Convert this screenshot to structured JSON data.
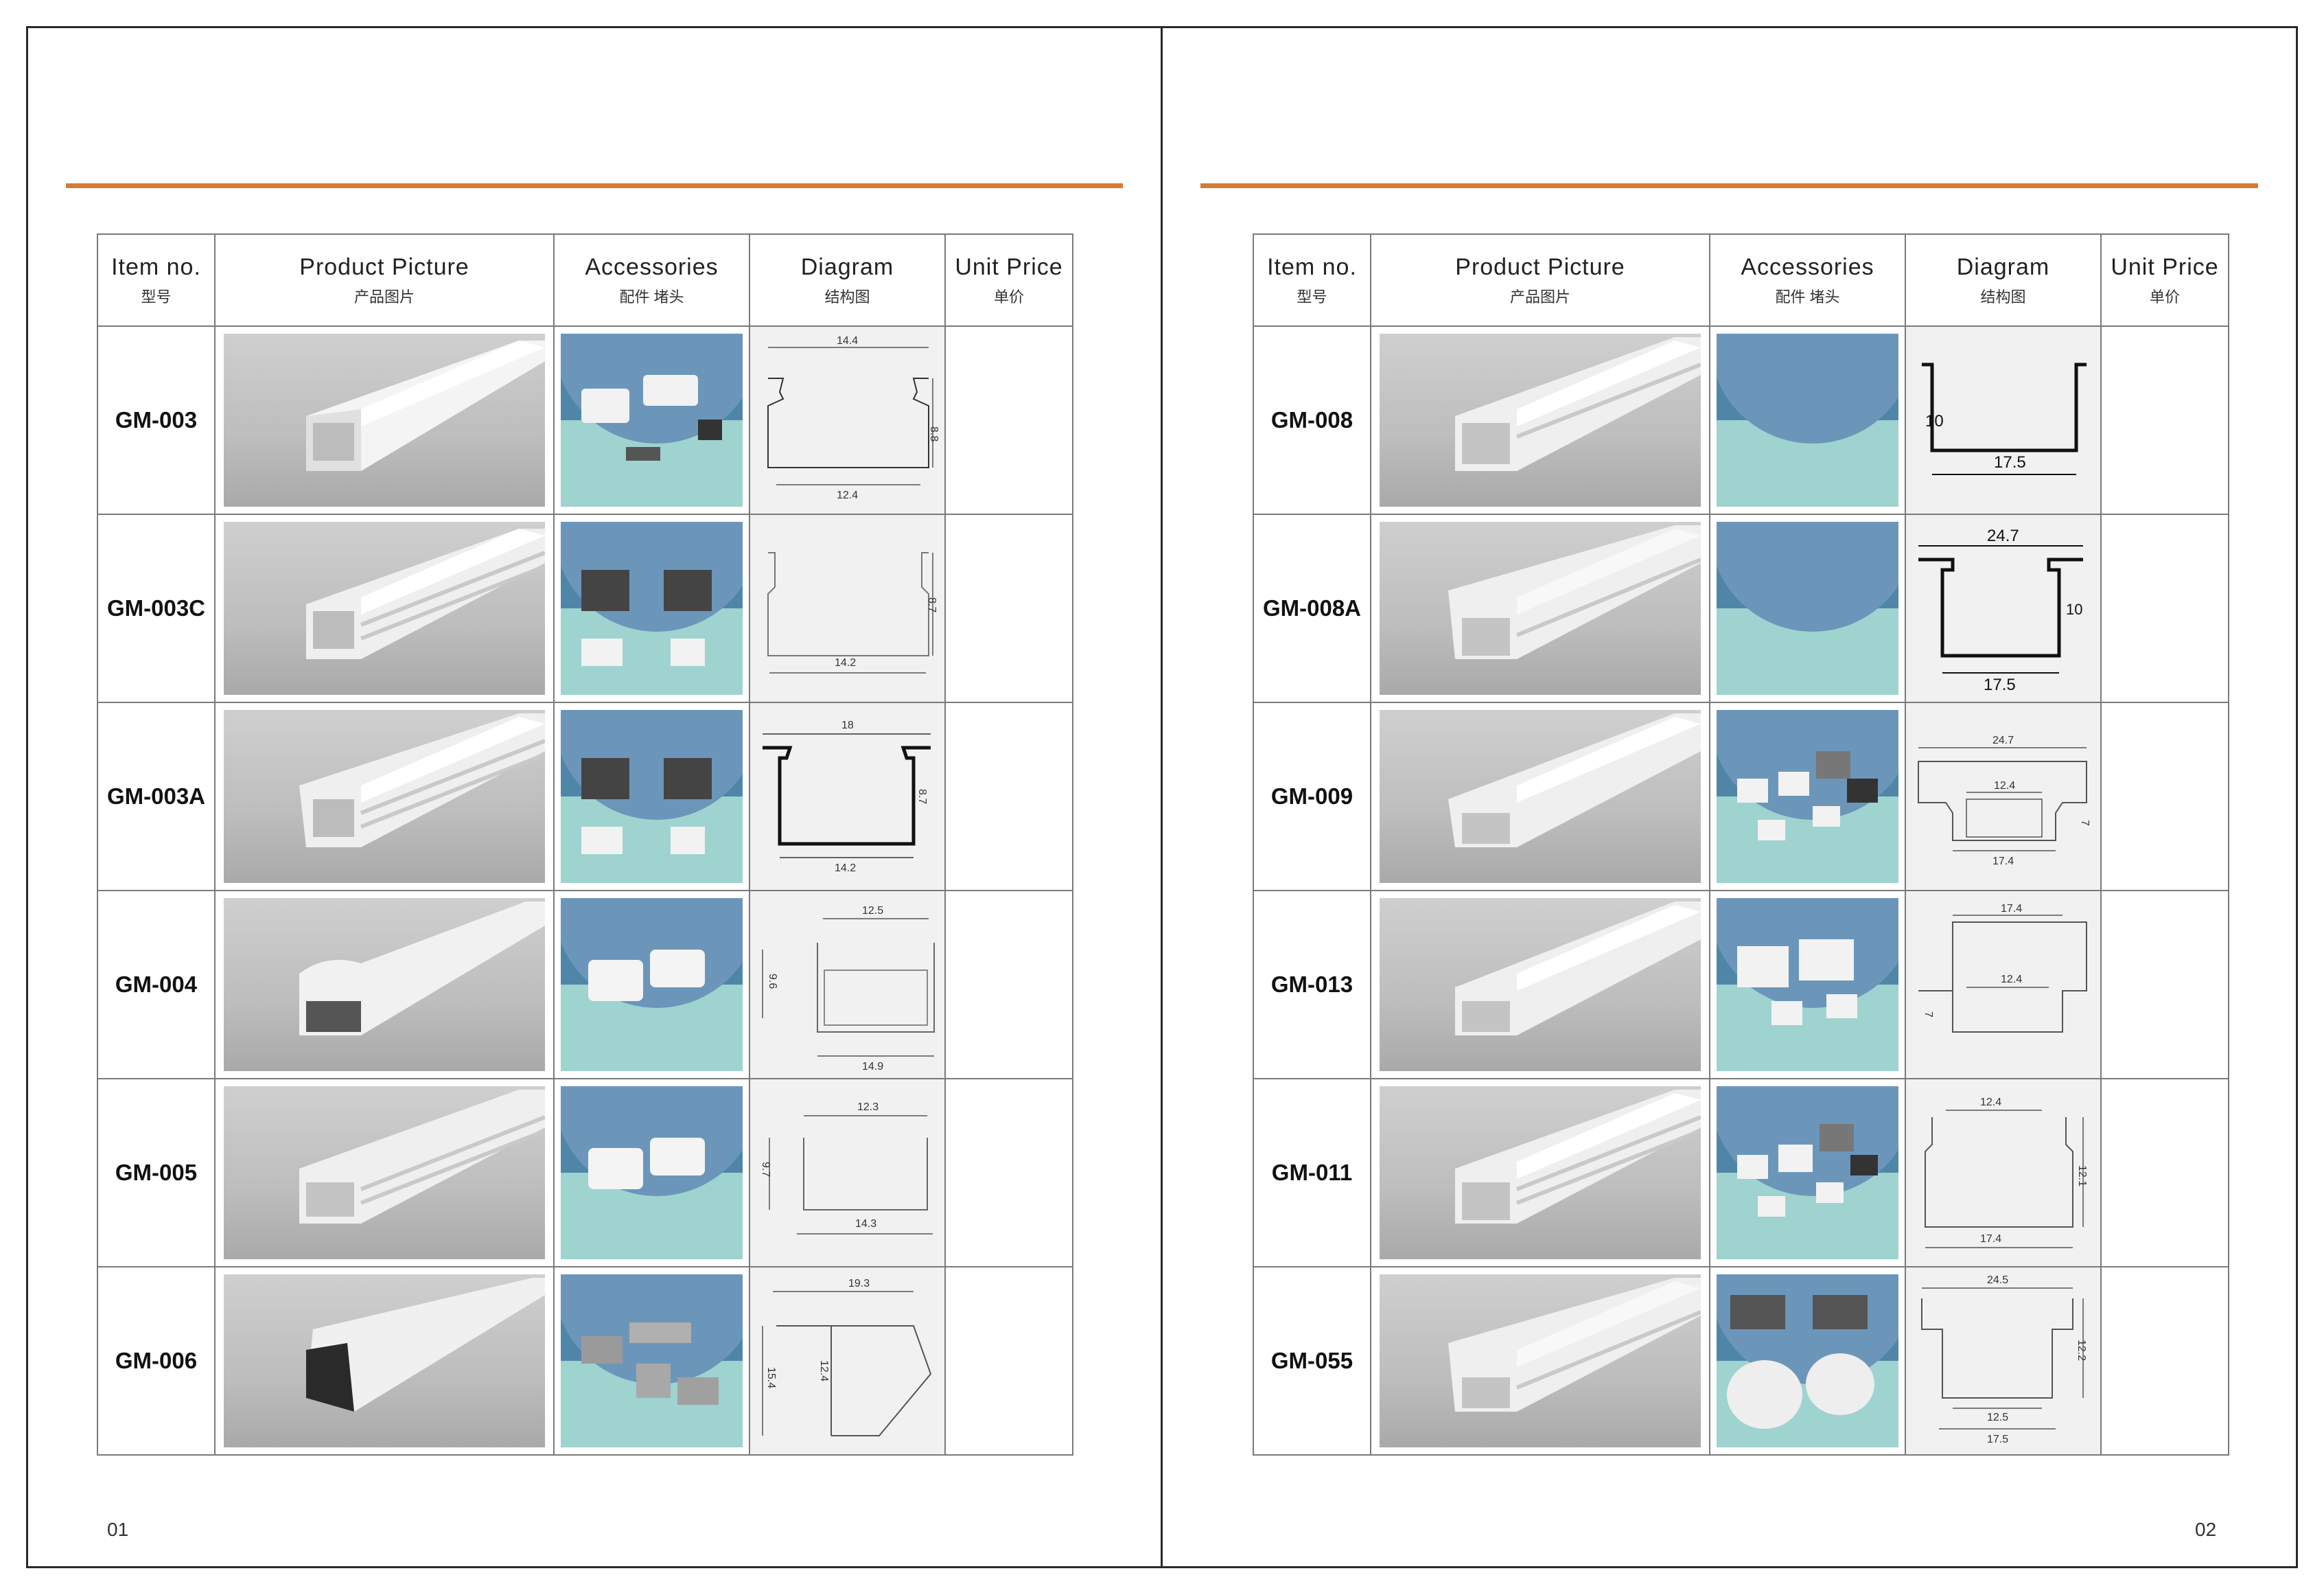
{
  "pages": [
    {
      "number": "01",
      "header": {
        "item_no": {
          "en": "Item no.",
          "cn": "型号"
        },
        "picture": {
          "en": "Product Picture",
          "cn": "产品图片"
        },
        "accessories": {
          "en": "Accessories",
          "cn": "配件 堵头"
        },
        "diagram": {
          "en": "Diagram",
          "cn": "结构图"
        },
        "price": {
          "en": "Unit Price",
          "cn": "单价"
        }
      },
      "rows": [
        {
          "item": "GM-003",
          "dims": [
            "14.4",
            "8.8",
            "12.4"
          ]
        },
        {
          "item": "GM-003C",
          "dims": [
            "8.7",
            "14.2"
          ]
        },
        {
          "item": "GM-003A",
          "dims": [
            "18",
            "8.7",
            "14.2"
          ]
        },
        {
          "item": "GM-004",
          "dims": [
            "12.5",
            "9.6",
            "14.9"
          ]
        },
        {
          "item": "GM-005",
          "dims": [
            "12.3",
            "9.7",
            "14.3"
          ]
        },
        {
          "item": "GM-006",
          "dims": [
            "19.3",
            "15.4",
            "12.4"
          ]
        }
      ]
    },
    {
      "number": "02",
      "header": {
        "item_no": {
          "en": "Item no.",
          "cn": "型号"
        },
        "picture": {
          "en": "Product Picture",
          "cn": "产品图片"
        },
        "accessories": {
          "en": "Accessories",
          "cn": "配件 堵头"
        },
        "diagram": {
          "en": "Diagram",
          "cn": "结构图"
        },
        "price": {
          "en": "Unit Price",
          "cn": "单价"
        }
      },
      "rows": [
        {
          "item": "GM-008",
          "dims": [
            "10",
            "17.5"
          ]
        },
        {
          "item": "GM-008A",
          "dims": [
            "24.7",
            "10",
            "17.5"
          ]
        },
        {
          "item": "GM-009",
          "dims": [
            "24.7",
            "12.4",
            "7",
            "17.4"
          ]
        },
        {
          "item": "GM-013",
          "dims": [
            "17.4",
            "12.4",
            "7"
          ]
        },
        {
          "item": "GM-011",
          "dims": [
            "12.4",
            "12.1",
            "17.4"
          ]
        },
        {
          "item": "GM-055",
          "dims": [
            "24.5",
            "12.2",
            "12.5",
            "17.5"
          ]
        }
      ]
    }
  ]
}
